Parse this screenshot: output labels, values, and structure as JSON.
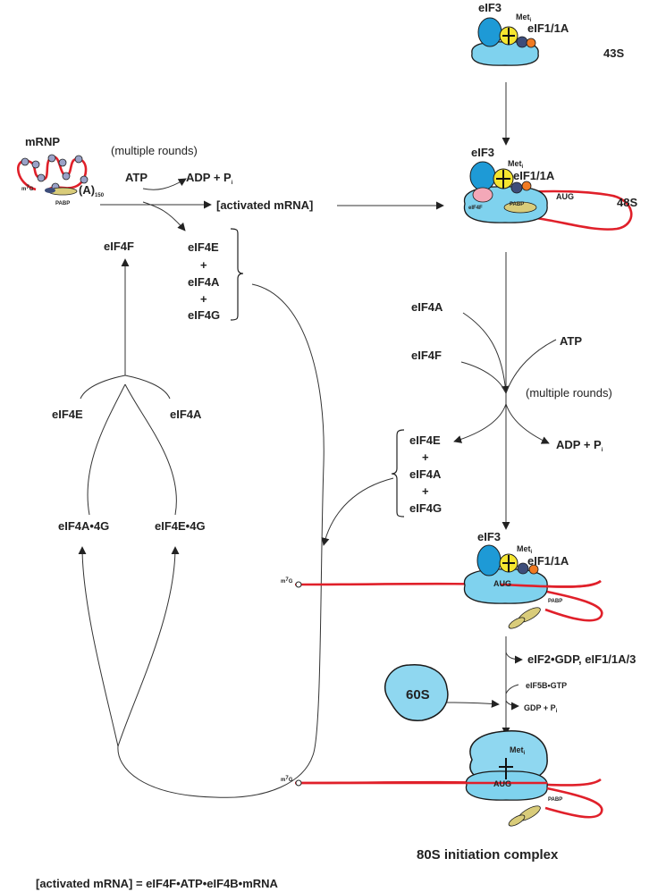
{
  "labels": {
    "eif3_top": "eIF3",
    "met_top": "Met",
    "met_sub": "i",
    "eif1_top": "eIF1/1A",
    "s43": "43S",
    "mrnp": "mRNP",
    "multiple_rounds_left": "(multiple rounds)",
    "atp_left": "ATP",
    "adp_left": "ADP + P",
    "pi_sub": "i",
    "m7g": "m",
    "m7g_sup": "7",
    "m7g_end": "G",
    "poly_a": "(A)",
    "poly_a_sub": "150",
    "pabp": "PABP",
    "activated_mrna": "[activated mRNA]",
    "eif3_48": "eIF3",
    "met_48": "Met",
    "eif1_48": "eIF1/1A",
    "aug_48": "AUG",
    "eif4f_inner": "eIF4F",
    "pabp_48": "PABP",
    "s48": "48S",
    "eif4f_left": "eIF4F",
    "l_eif4e": "eIF4E",
    "l_plus1": "+",
    "l_eif4a": "eIF4A",
    "l_plus2": "+",
    "l_eif4g": "eIF4G",
    "eif4e_mid": "eIF4E",
    "eif4a_mid": "eIF4A",
    "eif4a4g": "eIF4A•4G",
    "eif4e4g": "eIF4E•4G",
    "r_eif4a": "eIF4A",
    "r_eif4f": "eIF4F",
    "atp_right": "ATP",
    "multiple_rounds_right": "(multiple rounds)",
    "adp_right": "ADP + P",
    "r_eif4e": "eIF4E",
    "r_plus1": "+",
    "r_eif4a2": "eIF4A",
    "r_plus2": "+",
    "r_eif4g": "eIF4G",
    "eif3_c": "eIF3",
    "met_c": "Met",
    "eif1_c": "eIF1/1A",
    "aug_c": "AUG",
    "pabp_c": "PABP",
    "released": "eIF2•GDP, eIF1/1A/3",
    "eif5b": "eIF5B•GTP",
    "gdp": "GDP + P",
    "s60": "60S",
    "met_80": "Met",
    "aug_80": "AUG",
    "pabp_80": "PABP",
    "s80": "80S initiation complex",
    "footnote": "[activated mRNA] = eIF4F•ATP•eIF4B•mRNA"
  },
  "colors": {
    "ribosome": "#7fd2ee",
    "mrna": "#e0202a",
    "eif3": "#1e9ad6",
    "met_trna": "#f5e530",
    "eif1": "#3d4d7a",
    "eif1a": "#f07a22",
    "pabp": "#d9cc7a",
    "eif4f": "#f3a8b8"
  }
}
